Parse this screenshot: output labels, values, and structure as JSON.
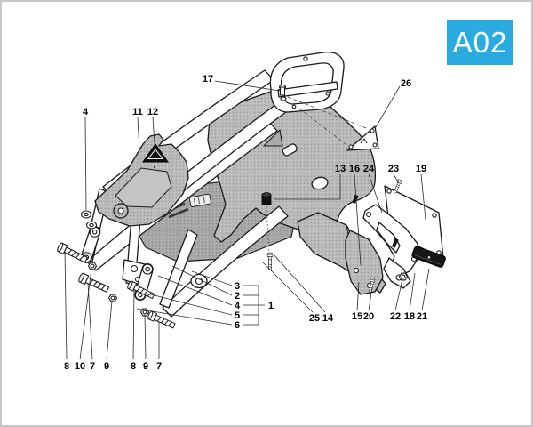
{
  "page": {
    "badge": {
      "label": "A02",
      "bg_color": "#29abe2",
      "text_color": "#ffffff"
    },
    "background": "#ffffff",
    "border_color": "#c6c6c6"
  },
  "diagram": {
    "kind": "exploded-parts-diagram",
    "line_color": "#1a1a1a",
    "shade_color": "#b9b9b9",
    "dark_part_color": "#161616",
    "callouts": [
      {
        "label": "17"
      },
      {
        "label": "26"
      },
      {
        "label": "4"
      },
      {
        "label": "11"
      },
      {
        "label": "12"
      },
      {
        "label": "13"
      },
      {
        "label": "16"
      },
      {
        "label": "24"
      },
      {
        "label": "23"
      },
      {
        "label": "19"
      },
      {
        "label": "3"
      },
      {
        "label": "2"
      },
      {
        "label": "4"
      },
      {
        "label": "5"
      },
      {
        "label": "6"
      },
      {
        "label": "1"
      },
      {
        "label": "25"
      },
      {
        "label": "14"
      },
      {
        "label": "15"
      },
      {
        "label": "20"
      },
      {
        "label": "22"
      },
      {
        "label": "18"
      },
      {
        "label": "21"
      },
      {
        "label": "8"
      },
      {
        "label": "10"
      },
      {
        "label": "7"
      },
      {
        "label": "9"
      },
      {
        "label": "8"
      },
      {
        "label": "9"
      },
      {
        "label": "7"
      }
    ]
  }
}
